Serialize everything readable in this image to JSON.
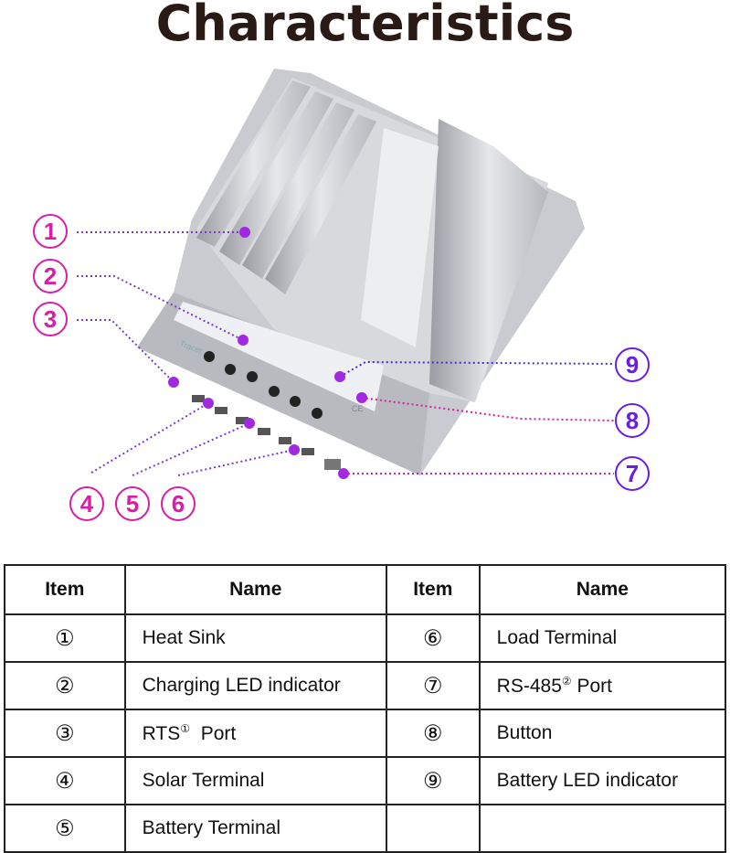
{
  "title": "Characteristics",
  "callouts": [
    "1",
    "2",
    "3",
    "4",
    "5",
    "6",
    "7",
    "8",
    "9"
  ],
  "colors": {
    "callout_pink": "#d61ea6",
    "callout_purple": "#6a1ee0",
    "title": "#2a1a16"
  },
  "device_labels": {
    "brand": "Tracer",
    "ce_mark": "CE"
  },
  "table": {
    "headers": [
      "Item",
      "Name",
      "Item",
      "Name"
    ],
    "rows": [
      {
        "item1": "①",
        "name1": "Heat Sink",
        "item2": "⑥",
        "name2": "Load Terminal"
      },
      {
        "item1": "②",
        "name1": "Charging LED indicator",
        "item2": "⑦",
        "name2": "RS-485",
        "name2_sup": "②",
        "name2_after": " Port"
      },
      {
        "item1": "③",
        "name1": "RTS",
        "name1_sup": "①",
        "name1_after": "  Port",
        "item2": "⑧",
        "name2": "Button"
      },
      {
        "item1": "④",
        "name1": "Solar Terminal",
        "item2": "⑨",
        "name2": "Battery LED indicator"
      },
      {
        "item1": "⑤",
        "name1": "Battery Terminal",
        "item2": "",
        "name2": ""
      }
    ]
  }
}
